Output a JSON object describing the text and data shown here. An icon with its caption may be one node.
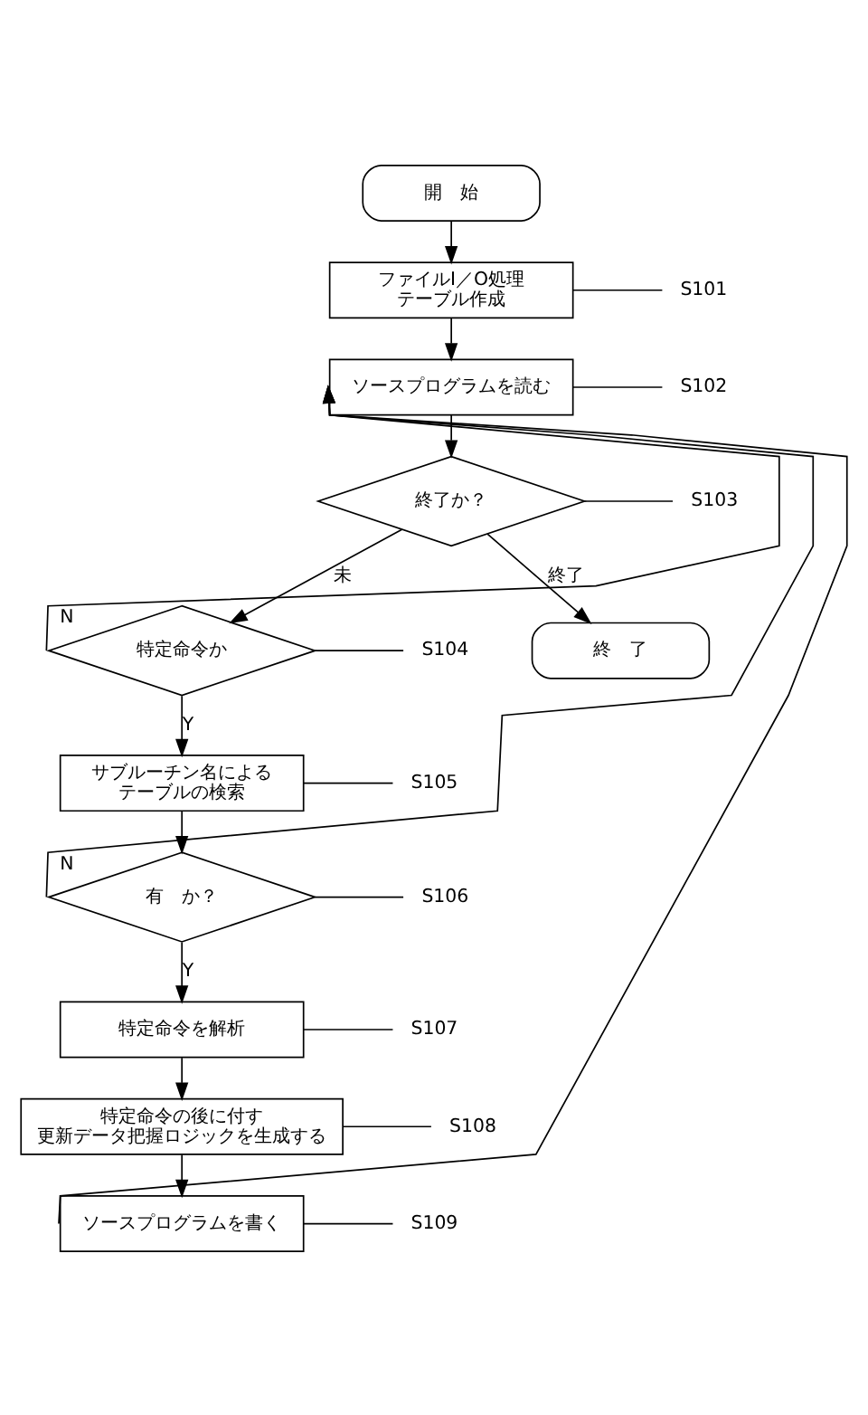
{
  "diagram": {
    "nodes": [
      {
        "text": [
          "開　始"
        ]
      },
      {
        "text": [
          "ファイルI／O処理",
          "テーブル作成"
        ]
      },
      {
        "text": [
          "S101"
        ]
      },
      {
        "text": [
          "ソースプログラムを読む"
        ]
      },
      {
        "text": [
          "S102"
        ]
      },
      {
        "text": [
          "終了か？"
        ]
      },
      {
        "text": [
          "S103"
        ]
      },
      {
        "text": [
          "特定命令か"
        ]
      },
      {
        "text": [
          "S104"
        ]
      },
      {
        "text": [
          "終　了"
        ]
      },
      {
        "text": [
          "サブルーチン名による",
          "テーブルの検索"
        ]
      },
      {
        "text": [
          "S105"
        ]
      },
      {
        "text": [
          "有　か？"
        ]
      },
      {
        "text": [
          "S106"
        ]
      },
      {
        "text": [
          "特定命令を解析"
        ]
      },
      {
        "text": [
          "S107"
        ]
      },
      {
        "text": [
          "特定命令の後に付す",
          "更新データ把握ロジックを生成する"
        ]
      },
      {
        "text": [
          "S108"
        ]
      },
      {
        "text": [
          "ソースプログラムを書く"
        ]
      },
      {
        "text": [
          "S109"
        ]
      }
    ],
    "edges": [
      {
        "from": 0,
        "to": 1,
        "arrow": "to"
      },
      {
        "from": 1,
        "to": 3,
        "arrow": "to"
      },
      {
        "from": 3,
        "to": 5,
        "arrow": "to"
      },
      {
        "from": 5,
        "to": 7,
        "arrow": "to",
        "label": "未"
      },
      {
        "from": 5,
        "to": 9,
        "arrow": "to",
        "label": "終了"
      },
      {
        "from": 7,
        "to": 3,
        "arrow": "to",
        "label": "N"
      },
      {
        "from": 7,
        "to": 10,
        "arrow": "to",
        "label": "Y"
      },
      {
        "from": 10,
        "to": 12,
        "arrow": "to"
      },
      {
        "from": 12,
        "to": 3,
        "arrow": "to",
        "label": "N"
      },
      {
        "from": 12,
        "to": 14,
        "arrow": "to",
        "label": "Y"
      },
      {
        "from": 14,
        "to": 16,
        "arrow": "to"
      },
      {
        "from": 16,
        "to": 18,
        "arrow": "to"
      },
      {
        "from": 18,
        "to": 3,
        "arrow": "to"
      },
      {
        "from": 2,
        "to": 1,
        "arrow": "none"
      },
      {
        "from": 4,
        "to": 3,
        "arrow": "none"
      },
      {
        "from": 6,
        "to": 5,
        "arrow": "none"
      },
      {
        "from": 8,
        "to": 7,
        "arrow": "none"
      },
      {
        "from": 11,
        "to": 10,
        "arrow": "none"
      },
      {
        "from": 13,
        "to": 12,
        "arrow": "none"
      },
      {
        "from": 15,
        "to": 14,
        "arrow": "none"
      },
      {
        "from": 17,
        "to": 16,
        "arrow": "none"
      },
      {
        "from": 19,
        "to": 18,
        "arrow": "none"
      }
    ]
  }
}
